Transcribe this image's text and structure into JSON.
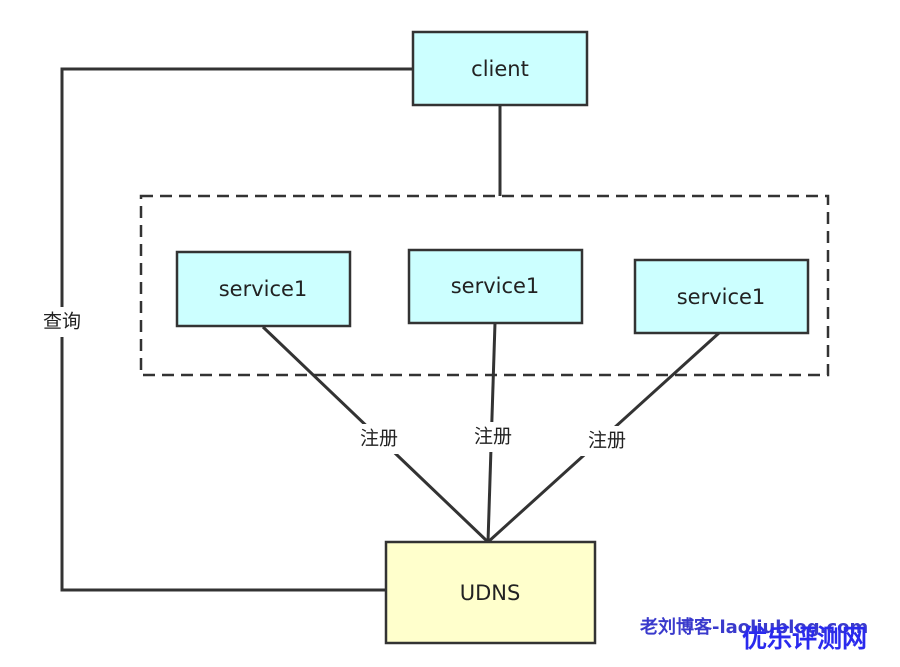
{
  "colors": {
    "service_fill": "#ccffff",
    "dns_fill": "#ffffcc",
    "stroke": "#333333",
    "watermark": "#2a2aee"
  },
  "nodes": {
    "client": "client",
    "service_a": "service1",
    "service_b": "service1",
    "service_c": "service1",
    "dns": "UDNS"
  },
  "edges": {
    "query": "查询",
    "register_a": "注册",
    "register_b": "注册",
    "register_c": "注册"
  },
  "watermark": {
    "site": "老刘博客-laoliublog.com",
    "brand": "优乐评测网"
  }
}
